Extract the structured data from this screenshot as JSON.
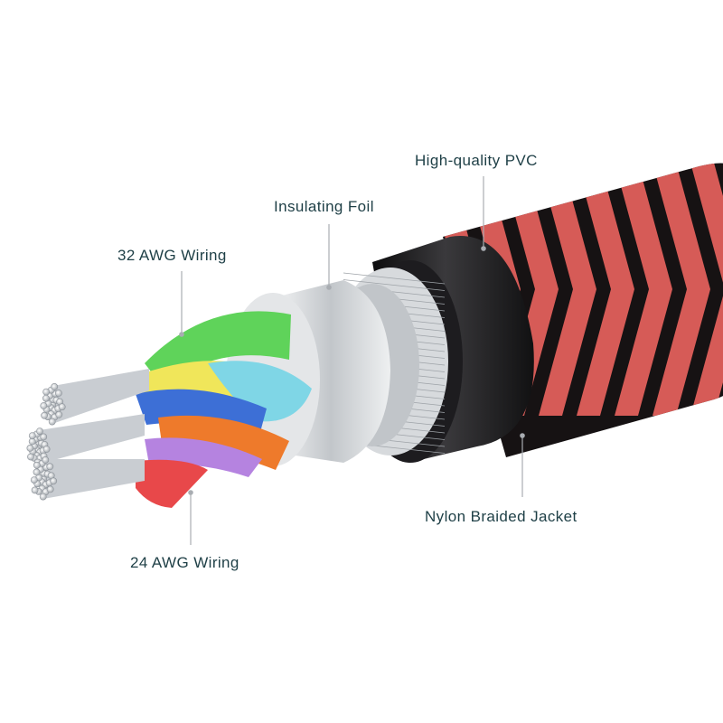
{
  "callouts": {
    "pvc": "High-quality PVC",
    "foil": "Insulating Foil",
    "awg32": "32 AWG Wiring",
    "nylon": "Nylon Braided Jacket",
    "awg24": "24 AWG Wiring"
  },
  "colors": {
    "braid_red": "#e0605b",
    "braid_black": "#161213",
    "pvc": "#1b1a1c",
    "foil": "#dcdfe2",
    "strand": "#c9cdd2",
    "wire_green": "#5fd35a",
    "wire_yellow": "#f0e65a",
    "wire_blue": "#3d6fd6",
    "wire_cyan": "#7fd6e6",
    "wire_orange": "#ee7a2b",
    "wire_purple": "#b583e0",
    "wire_red": "#e8484a",
    "leader": "#a9adb2",
    "text": "#1e3f46"
  }
}
